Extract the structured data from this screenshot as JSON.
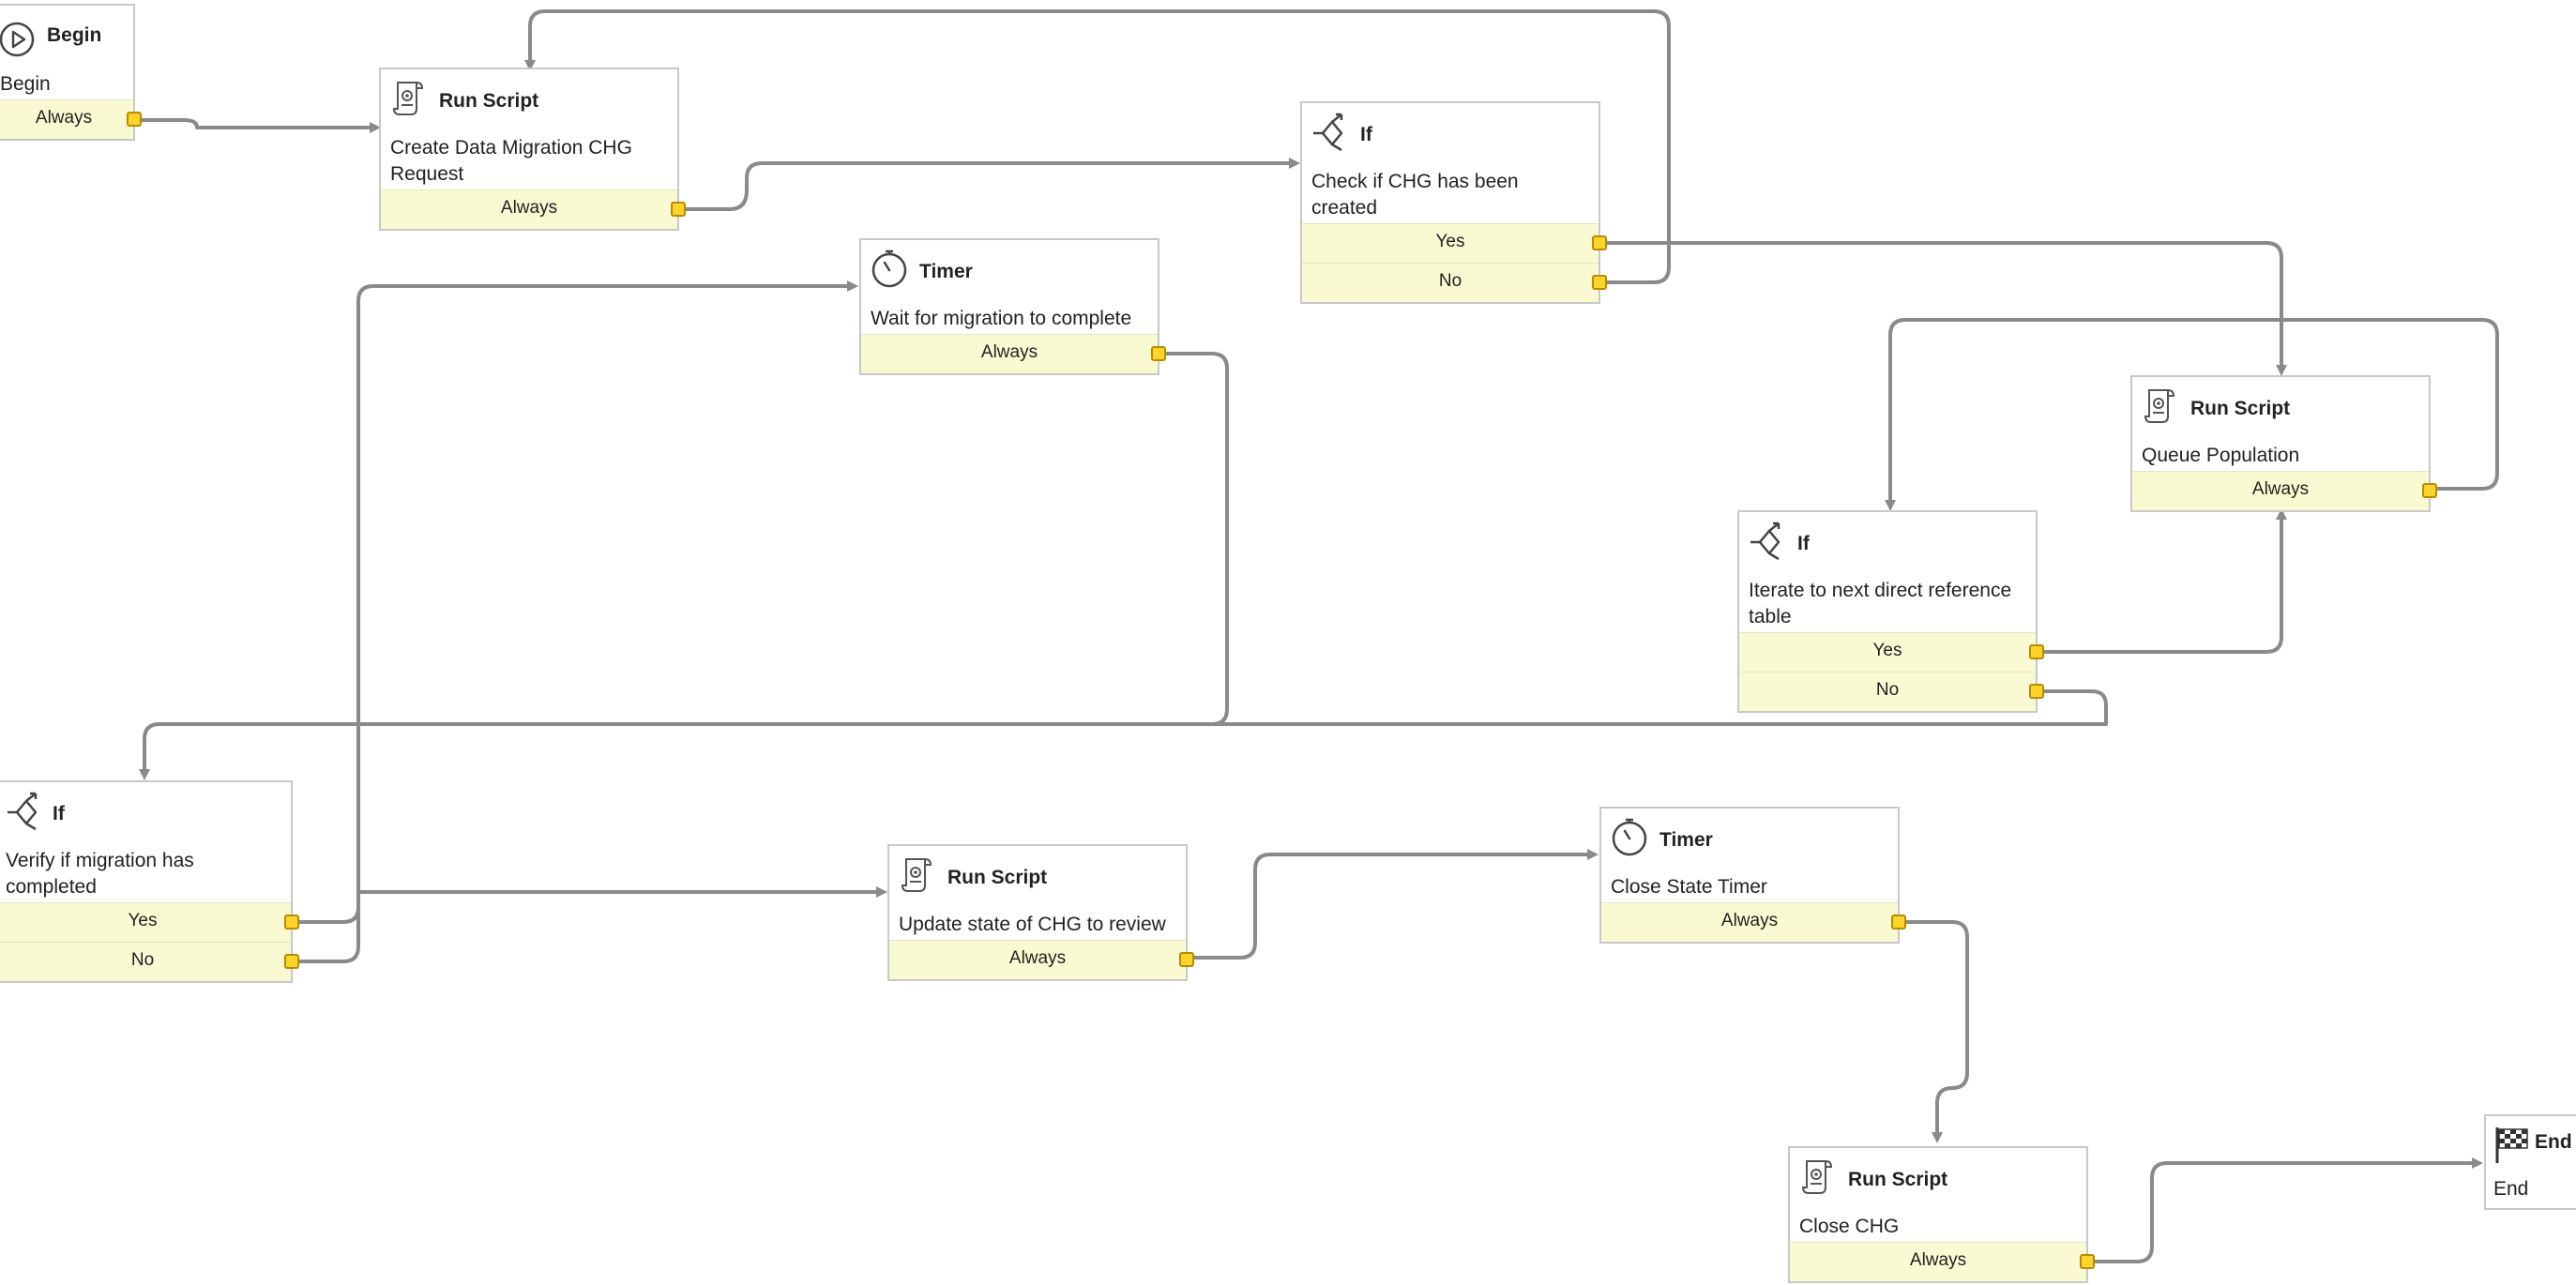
{
  "nodes": {
    "begin": {
      "title": "Begin",
      "desc": "Begin",
      "exits": [
        "Always"
      ],
      "icon": "play-icon"
    },
    "create_chg": {
      "title": "Run Script",
      "desc": "Create Data Migration CHG Request",
      "exits": [
        "Always"
      ],
      "icon": "script-icon"
    },
    "check_chg": {
      "title": "If",
      "desc": "Check if CHG has been created",
      "exits": [
        "Yes",
        "No"
      ],
      "icon": "branch-icon"
    },
    "wait_timer": {
      "title": "Timer",
      "desc": "Wait for migration to complete",
      "exits": [
        "Always"
      ],
      "icon": "stopwatch-icon"
    },
    "queue_population": {
      "title": "Run Script",
      "desc": "Queue Population",
      "exits": [
        "Always"
      ],
      "icon": "script-icon"
    },
    "iterate_table": {
      "title": "If",
      "desc": "Iterate to next direct reference table",
      "exits": [
        "Yes",
        "No"
      ],
      "icon": "branch-icon"
    },
    "verify_migration": {
      "title": "If",
      "desc": "Verify if migration has completed",
      "exits": [
        "Yes",
        "No"
      ],
      "icon": "branch-icon"
    },
    "update_state": {
      "title": "Run Script",
      "desc": "Update state of CHG to review",
      "exits": [
        "Always"
      ],
      "icon": "script-icon"
    },
    "close_timer": {
      "title": "Timer",
      "desc": "Close State Timer",
      "exits": [
        "Always"
      ],
      "icon": "stopwatch-icon"
    },
    "close_chg": {
      "title": "Run Script",
      "desc": "Close CHG",
      "exits": [
        "Always"
      ],
      "icon": "script-icon"
    },
    "end": {
      "title": "End",
      "desc": "End",
      "exits": [],
      "icon": "checkered-flag-icon"
    }
  },
  "colors": {
    "exit_bg": "#fafad2",
    "port_fill": "#ffd42a",
    "connector": "#8a8a8a",
    "node_border": "#c8c8c8"
  }
}
